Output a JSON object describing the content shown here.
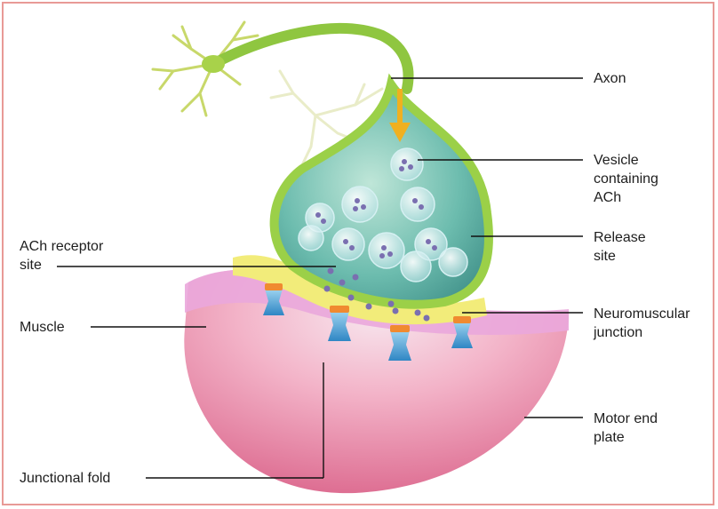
{
  "labels": {
    "axon": "Axon",
    "vesicle": [
      "Vesicle",
      "containing",
      "ACh"
    ],
    "release": [
      "Release",
      "site"
    ],
    "neuromuscular": [
      "Neuromuscular",
      "junction"
    ],
    "motor": [
      "Motor end",
      "plate"
    ],
    "receptor": [
      "ACh receptor",
      "site"
    ],
    "muscle": "Muscle",
    "fold": "Junctional fold"
  },
  "colors": {
    "frame": "#e89a96",
    "axon": "#8fc640",
    "terminal_fluid": "#5fb0a2",
    "membrane": "#f2ec7a",
    "muscle": "#e7a6d1",
    "receptor": "#5aa8d8",
    "receptor_cap": "#f08a30",
    "ach": "#7a6fb0"
  }
}
